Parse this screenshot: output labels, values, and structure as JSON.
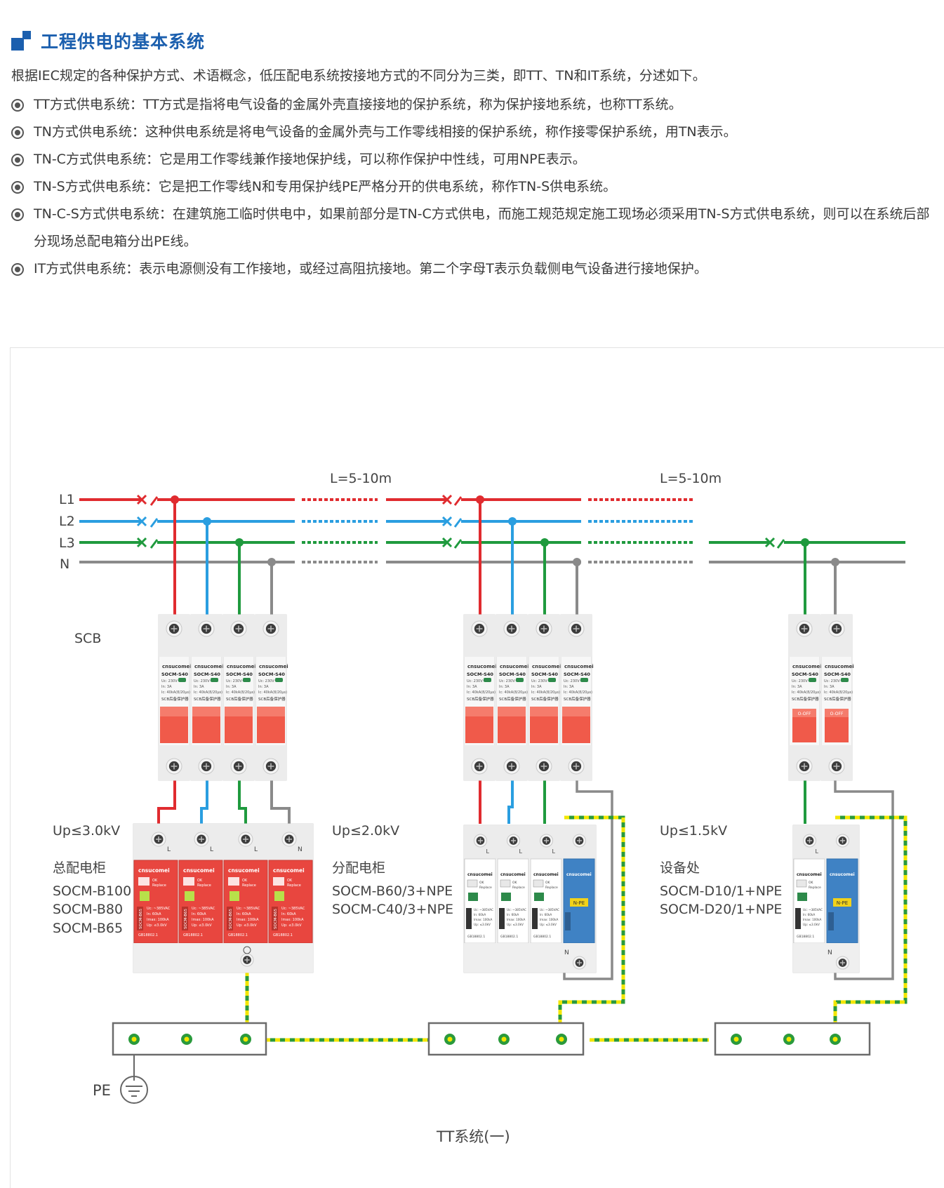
{
  "header": {
    "title": "工程供电的基本系统"
  },
  "intro": "根据IEC规定的各种保护方式、术语概念，低压配电系统按接地方式的不同分为三类，即TT、TN和IT系统，分述如下。",
  "bullets": [
    "TT方式供电系统：TT方式是指将电气设备的金属外壳直接接地的保护系统，称为保护接地系统，也称TT系统。",
    "TN方式供电系统：这种供电系统是将电气设备的金属外壳与工作零线相接的保护系统，称作接零保护系统，用TN表示。",
    "TN-C方式供电系统：它是用工作零线兼作接地保护线，可以称作保护中性线，可用NPE表示。",
    "TN-S方式供电系统：它是把工作零线N和专用保护线PE严格分开的供电系统，称作TN-S供电系统。",
    "TN-C-S方式供电系统：在建筑施工临时供电中，如果前部分是TN-C方式供电，而施工规范规定施工现场必须采用TN-S方式供电系统，则可以在系统后部分现场总配电箱分出PE线。",
    "IT方式供电系统：表示电源侧没有工作接地，或经过高阻抗接地。第二个字母T表示负载侧电气设备进行接地保护。"
  ],
  "diagram": {
    "lines": [
      {
        "label": "L1",
        "color": "#e02b2f"
      },
      {
        "label": "L2",
        "color": "#2a9ee0"
      },
      {
        "label": "L3",
        "color": "#1f9a3e"
      },
      {
        "label": "N",
        "color": "#8a8a8a"
      }
    ],
    "segment_label": "L=5-10m",
    "scb_label": "SCB",
    "groups": [
      {
        "up": "Up≤3.0kV",
        "name": "总配电柜",
        "models": [
          "SOCM-B100",
          "SOCM-B80",
          "SOCM-B65"
        ]
      },
      {
        "up": "Up≤2.0kV",
        "name": "分配电柜",
        "models": [
          "SOCM-B60/3+NPE",
          "SOCM-C40/3+NPE"
        ]
      },
      {
        "up": "Up≤1.5kV",
        "name": "设备处",
        "models": [
          "SOCM-D10/1+NPE",
          "SOCM-D20/1+NPE"
        ]
      }
    ],
    "pe_label": "PE",
    "caption": "TT系统(一)",
    "device": {
      "brand": "cnsucomei",
      "scb_model": "SOCM-S40",
      "scb_ratings": [
        "Uc: 230V~",
        "In: 3A",
        "Ic: 40kA(8/20μs)"
      ],
      "scb_name": "SCB后备保护器",
      "off_label": "O-OFF",
      "spd_ratings": [
        "Uc: ~385VAC",
        "In: 60kA",
        "Imax: 100kA",
        "Up: ≤3.0kV"
      ],
      "spd_standard": "GB18802.1",
      "replace_label": "Replace",
      "ok_label": "OK",
      "npe_label": "N-PE",
      "terminal_L": "L",
      "terminal_N": "N",
      "spd_vertical_model": "SOCM-B65"
    },
    "colors": {
      "l1": "#e02b2f",
      "l2": "#2a9ee0",
      "l3": "#1f9a3e",
      "n": "#8a8a8a",
      "pe_green": "#2a9a3c",
      "pe_yellow": "#f2e600",
      "spd_red": "#e8463f",
      "npe_blue": "#3f82c4",
      "handle": "#f05a4a",
      "brand_blue": "#1b5fae"
    }
  }
}
